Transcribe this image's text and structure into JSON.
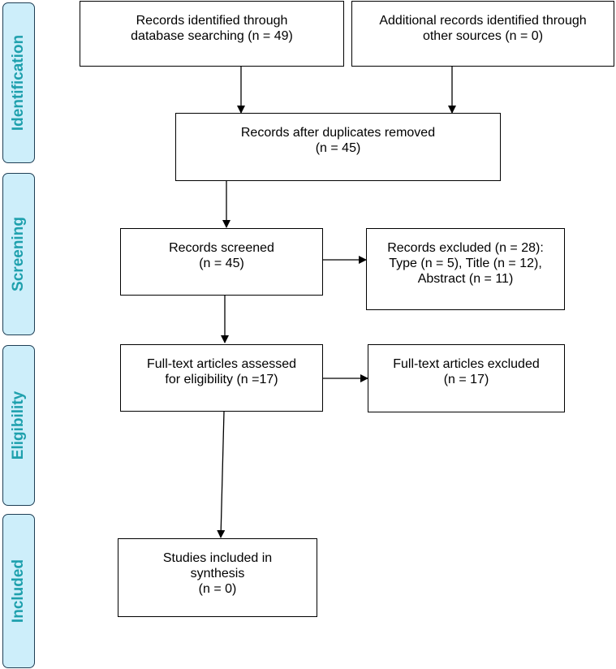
{
  "phases": {
    "identification": "Identification",
    "screening": "Screening",
    "eligibility": "Eligibility",
    "included": "Included"
  },
  "boxes": {
    "db_search": [
      "Records identified through",
      "database searching (n = 49)"
    ],
    "other_sources": [
      "Additional records identified through",
      "other sources (n = 0)"
    ],
    "duplicates_removed": [
      "Records after duplicates removed",
      "(n = 45)"
    ],
    "screened": [
      "Records screened",
      "(n = 45)"
    ],
    "excluded": [
      "Records excluded (n = 28):",
      "Type (n = 5), Title (n = 12),",
      "Abstract (n = 11)"
    ],
    "fulltext_assessed": [
      "Full-text articles assessed",
      "for eligibility (n =17)"
    ],
    "fulltext_excluded": [
      "Full-text articles excluded",
      "(n = 17)"
    ],
    "included": [
      "Studies included in",
      "synthesis",
      "(n = 0)"
    ]
  },
  "colors": {
    "phase_fill": "#cdeefa",
    "phase_text": "#1ea0ad",
    "phase_border": "#1f3f55"
  }
}
